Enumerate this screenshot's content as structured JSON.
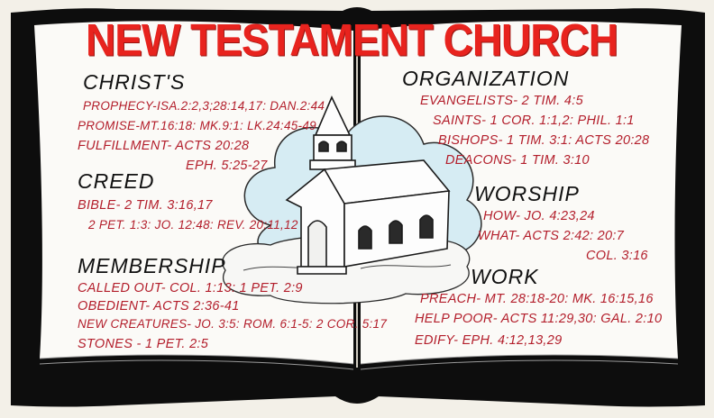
{
  "poster": {
    "title": "NEW TESTAMENT CHURCH",
    "colors": {
      "title": "#e8231e",
      "text": "#b31e2b",
      "heading": "#111111",
      "border": "#0d0d0d",
      "cloud": "#d6ecf3"
    },
    "sections": {
      "christs": {
        "heading": "CHRIST'S",
        "lines": [
          "PROPHECY-ISA.2:2,3;28:14,17: DAN.2:44",
          "PROMISE-MT.16:18: MK.9:1: LK.24:45-49",
          "FULFILLMENT- ACTS 20:28",
          "EPH. 5:25-27"
        ]
      },
      "creed": {
        "heading": "CREED",
        "lines": [
          "BIBLE- 2 TIM. 3:16,17",
          "2 PET. 1:3: JO. 12:48: REV. 20:11,12"
        ]
      },
      "membership": {
        "heading": "MEMBERSHIP",
        "lines": [
          "CALLED OUT- COL. 1:13: 1 PET. 2:9",
          "OBEDIENT- ACTS 2:36-41",
          "NEW CREATURES- JO. 3:5: ROM. 6:1-5: 2 COR. 5:17",
          "STONES - 1 PET. 2:5"
        ]
      },
      "organization": {
        "heading": "ORGANIZATION",
        "lines": [
          "EVANGELISTS- 2 TIM. 4:5",
          "SAINTS- 1 COR. 1:1,2: PHIL. 1:1",
          "BISHOPS- 1 TIM. 3:1: ACTS 20:28",
          "DEACONS- 1 TIM. 3:10"
        ]
      },
      "worship": {
        "heading": "WORSHIP",
        "lines": [
          "HOW- JO. 4:23,24",
          "WHAT- ACTS 2:42: 20:7",
          "COL. 3:16"
        ]
      },
      "work": {
        "heading": "WORK",
        "lines": [
          "PREACH- MT. 28:18-20: MK. 16:15,16",
          "HELP POOR- ACTS 11:29,30: GAL. 2:10",
          "EDIFY- EPH. 4:12,13,29"
        ]
      }
    }
  }
}
